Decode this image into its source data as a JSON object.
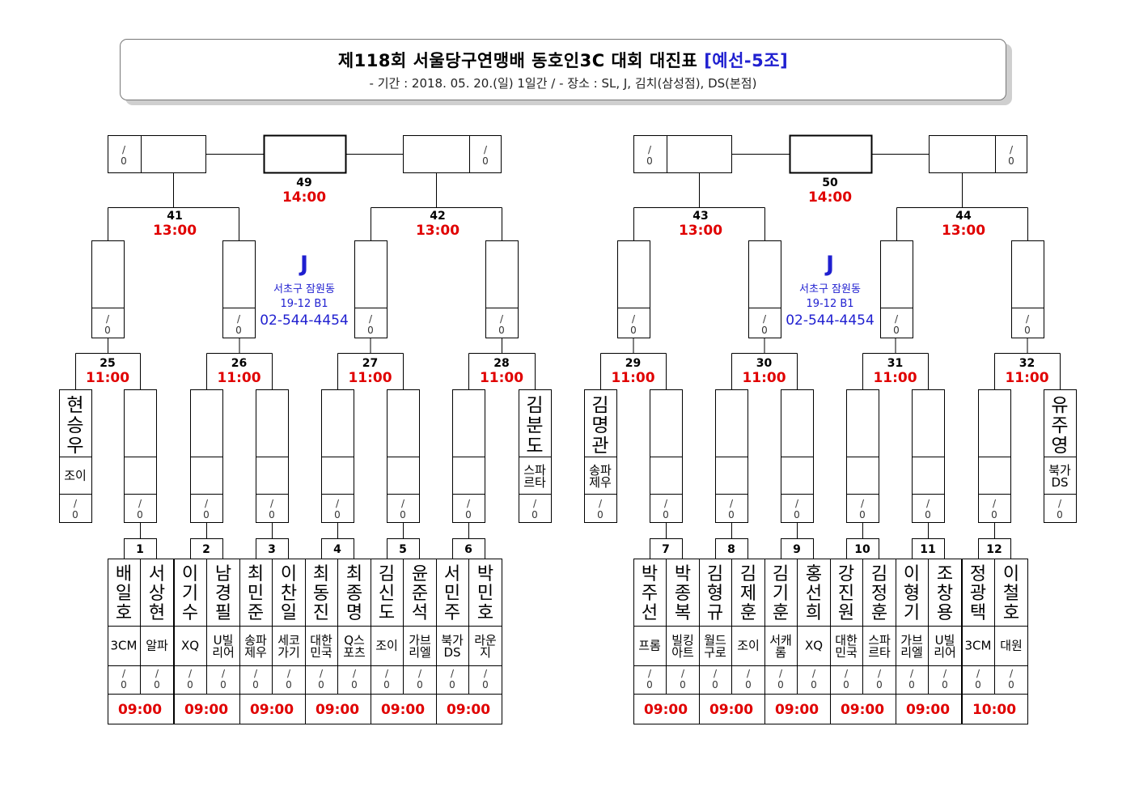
{
  "header": {
    "title_main": "제118회 서울당구연맹배 동호인3C 대회 대진표",
    "title_tag": "[예선-5조]",
    "subtitle": "- 기간 : 2018. 05. 20.(일) 1일간 / - 장소 : SL, J, 김치(삼성점), DS(본점)"
  },
  "score_placeholder": "/ 0",
  "time_color": "#e00000",
  "venue_color": "#1f1fd0",
  "groups": [
    {
      "final": {
        "num": "49",
        "time": "14:00"
      },
      "semis": [
        {
          "num": "41",
          "time": "13:00"
        },
        {
          "num": "42",
          "time": "13:00"
        }
      ],
      "venue": {
        "code": "J",
        "address_1": "서초구 잠원동",
        "address_2": "19-12 B1",
        "phone": "02-544-4454"
      },
      "quarters": [
        {
          "num": "25",
          "time": "11:00"
        },
        {
          "num": "26",
          "time": "11:00"
        },
        {
          "num": "27",
          "time": "11:00"
        },
        {
          "num": "28",
          "time": "11:00"
        }
      ],
      "r16": [
        {
          "name": "현승우",
          "club": "조이"
        },
        null,
        null,
        null,
        null,
        null,
        null,
        {
          "name": "김분도",
          "club": "스파르타"
        }
      ],
      "r1": [
        {
          "num": "1",
          "time": "09:00",
          "players": [
            {
              "name": "배일호",
              "club": "3CM"
            },
            {
              "name": "서상현",
              "club": "알파"
            }
          ]
        },
        {
          "num": "2",
          "time": "09:00",
          "players": [
            {
              "name": "이기수",
              "club": "XQ"
            },
            {
              "name": "남경필",
              "club": "U빌리어"
            }
          ]
        },
        {
          "num": "3",
          "time": "09:00",
          "players": [
            {
              "name": "최민준",
              "club": "송파제우"
            },
            {
              "name": "이찬일",
              "club": "세코가기"
            }
          ]
        },
        {
          "num": "4",
          "time": "09:00",
          "players": [
            {
              "name": "최동진",
              "club": "대한민국"
            },
            {
              "name": "최종명",
              "club": "Q스포츠"
            }
          ]
        },
        {
          "num": "5",
          "time": "09:00",
          "players": [
            {
              "name": "김신도",
              "club": "조이"
            },
            {
              "name": "윤준석",
              "club": "가브리엘"
            }
          ]
        },
        {
          "num": "6",
          "time": "09:00",
          "players": [
            {
              "name": "서민주",
              "club": "북가DS"
            },
            {
              "name": "박민호",
              "club": "라운지"
            }
          ]
        }
      ]
    },
    {
      "final": {
        "num": "50",
        "time": "14:00"
      },
      "semis": [
        {
          "num": "43",
          "time": "13:00"
        },
        {
          "num": "44",
          "time": "13:00"
        }
      ],
      "venue": {
        "code": "J",
        "address_1": "서초구 잠원동",
        "address_2": "19-12 B1",
        "phone": "02-544-4454"
      },
      "quarters": [
        {
          "num": "29",
          "time": "11:00"
        },
        {
          "num": "30",
          "time": "11:00"
        },
        {
          "num": "31",
          "time": "11:00"
        },
        {
          "num": "32",
          "time": "11:00"
        }
      ],
      "r16": [
        {
          "name": "김명관",
          "club": "송파제우"
        },
        null,
        null,
        null,
        null,
        null,
        null,
        {
          "name": "유주영",
          "club": "북가DS"
        }
      ],
      "r1": [
        {
          "num": "7",
          "time": "09:00",
          "players": [
            {
              "name": "박주선",
              "club": "프롬"
            },
            {
              "name": "박종복",
              "club": "빌킹아트"
            }
          ]
        },
        {
          "num": "8",
          "time": "09:00",
          "players": [
            {
              "name": "김형규",
              "club": "월드구로"
            },
            {
              "name": "김제훈",
              "club": "조이"
            }
          ]
        },
        {
          "num": "9",
          "time": "09:00",
          "players": [
            {
              "name": "김기훈",
              "club": "서캐롬"
            },
            {
              "name": "홍선희",
              "club": "XQ"
            }
          ]
        },
        {
          "num": "10",
          "time": "09:00",
          "players": [
            {
              "name": "강진원",
              "club": "대한민국"
            },
            {
              "name": "김정훈",
              "club": "스파르타"
            }
          ]
        },
        {
          "num": "11",
          "time": "09:00",
          "players": [
            {
              "name": "이형기",
              "club": "가브리엘"
            },
            {
              "name": "조창용",
              "club": "U빌리어"
            }
          ]
        },
        {
          "num": "12",
          "time": "10:00",
          "players": [
            {
              "name": "정광택",
              "club": "3CM"
            },
            {
              "name": "이철호",
              "club": "대원"
            }
          ]
        }
      ]
    }
  ]
}
